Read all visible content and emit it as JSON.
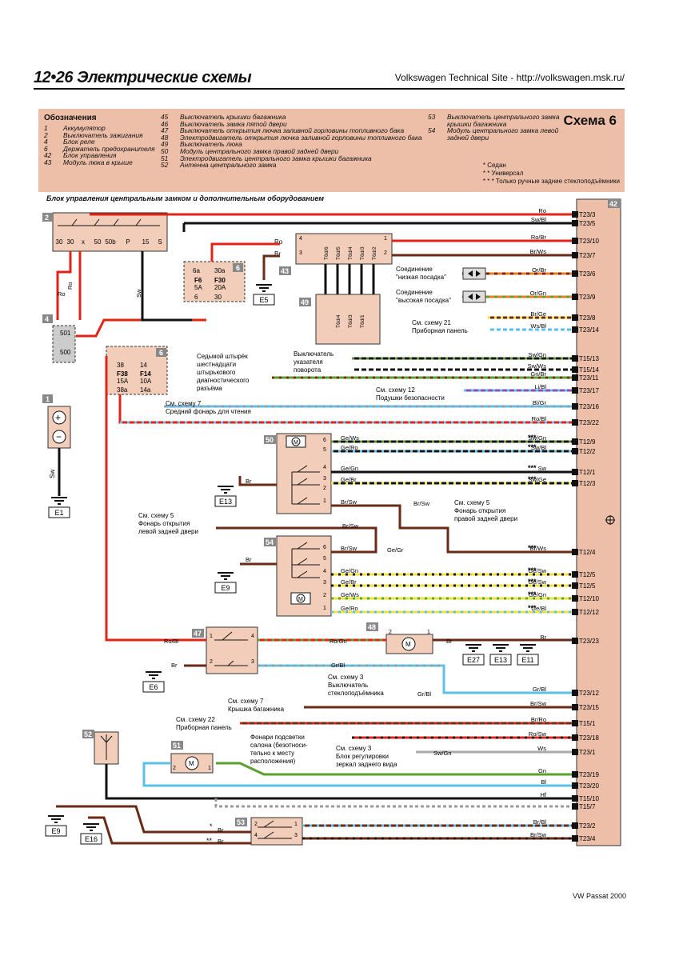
{
  "header": {
    "page": "12•26",
    "title": "Электрические схемы",
    "site": "Volkswagen Technical Site - http://volkswagen.msk.ru/"
  },
  "legend": {
    "title": "Обозначения",
    "scheme": "Схема 6",
    "col1": [
      [
        "1",
        "Аккумулятор"
      ],
      [
        "2",
        "Выключатель зажигания"
      ],
      [
        "4",
        "Блок реле"
      ],
      [
        "6",
        "Держатель предохранителя"
      ],
      [
        "42",
        "Блок управления"
      ],
      [
        "43",
        "Модуль люка в крыше"
      ]
    ],
    "col2": [
      [
        "45",
        "Выключатель крышки багажника"
      ],
      [
        "46",
        "Выключатель замка пятой двери"
      ],
      [
        "47",
        "Выключатель открытия лючка заливной горловины топливного бака"
      ],
      [
        "48",
        "Электродвигатель открытия лючка заливной горловины топливного бака"
      ],
      [
        "49",
        "Выключатель люка"
      ],
      [
        "50",
        "Модуль центрального замка правой задней двери"
      ],
      [
        "51",
        "Электродвигатель центрального замка крышки багажника"
      ],
      [
        "52",
        "Антенна центрального замка"
      ]
    ],
    "col3": [
      [
        "53",
        "Выключатель центрального замка"
      ],
      [
        "",
        "крышки багажника"
      ],
      [
        "54",
        "Модуль центрального замка левой"
      ],
      [
        "",
        "задней двери"
      ]
    ],
    "notes": [
      "* Седан",
      "* * Универсал",
      "* * * Только ручные задние стеклоподъёмники"
    ]
  },
  "subtitle": "Блок управления центральным замком и дополнительным оборудованием",
  "colors": {
    "legend_bg": "#edbfa9",
    "component_bg": "#f2cdb9",
    "connector_bg": "#e8b79d",
    "red": "#e02418",
    "brown": "#6b2a17",
    "blue": "#5cc0ea",
    "green": "#5aa02c",
    "yellow": "#f1e23a",
    "orange": "#ee7a22",
    "black": "#111111"
  },
  "diagram": {
    "ecu_id": "42",
    "pins": [
      {
        "pin": "T23/3",
        "wire": "Ro",
        "color": "red"
      },
      {
        "pin": "T23/5",
        "wire": "Sw/Bl",
        "color": "black"
      },
      {
        "pin": "T23/10",
        "wire": "Ro/Br",
        "color": "red"
      },
      {
        "pin": "T23/7",
        "wire": "Br/Ws",
        "color": "brown"
      },
      {
        "pin": "T23/6",
        "wire": "Or/Br",
        "color": "orange"
      },
      {
        "pin": "T23/9",
        "wire": "Or/Gn",
        "color": "orange"
      },
      {
        "pin": "T23/8",
        "wire": "Br/Ge",
        "color": "brown"
      },
      {
        "pin": "T23/14",
        "wire": "Ws/Bl",
        "color": "blue"
      },
      {
        "pin": "T15/13",
        "wire": "Sw/Gn",
        "color": "black"
      },
      {
        "pin": "T15/14",
        "wire": "Sw/Ws",
        "color": "black"
      },
      {
        "pin": "T23/11",
        "wire": "Gn/Br",
        "color": "green"
      },
      {
        "pin": "T23/17",
        "wire": "Li/Bl",
        "color": "purple"
      },
      {
        "pin": "T23/16",
        "wire": "Bl/Gr",
        "color": "blue"
      },
      {
        "pin": "T23/22",
        "wire": "Ro/Bl",
        "color": "red"
      },
      {
        "pin": "T12/9",
        "wire": "Sw/Gn",
        "color": "black"
      },
      {
        "pin": "T12/2",
        "wire": "Sw/Bl",
        "color": "black"
      },
      {
        "pin": "T12/1",
        "wire": "Sw",
        "color": "black"
      },
      {
        "pin": "T12/3",
        "wire": "Sw/Ge",
        "color": "black"
      },
      {
        "pin": "T12/4",
        "wire": "Br/Ws",
        "color": "brown"
      },
      {
        "pin": "T12/5",
        "wire": "Ge/Sw",
        "color": "yellow"
      },
      {
        "pin": "T12/5",
        "wire": "Ge/Sw",
        "color": "yellow"
      },
      {
        "pin": "T12/10",
        "wire": "Ge/Gn",
        "color": "yellow"
      },
      {
        "pin": "T12/12",
        "wire": "Ge/Bl",
        "color": "yellow"
      },
      {
        "pin": "T23/23",
        "wire": "Br",
        "color": "brown"
      },
      {
        "pin": "T23/12",
        "wire": "Gr/Bl",
        "color": "blue"
      },
      {
        "pin": "T23/15",
        "wire": "Br/Sw",
        "color": "brown"
      },
      {
        "pin": "T15/1",
        "wire": "Br/Ro",
        "color": "brown"
      },
      {
        "pin": "T23/18",
        "wire": "Ro/Sw",
        "color": "red"
      },
      {
        "pin": "T23/1",
        "wire": "Ws",
        "color": "grey"
      },
      {
        "pin": "T23/19",
        "wire": "Gn",
        "color": "green"
      },
      {
        "pin": "T23/20",
        "wire": "Bl",
        "color": "blue"
      },
      {
        "pin": "T15/10",
        "wire": "Hf",
        "color": "black"
      },
      {
        "pin": "T15/7",
        "wire": "",
        "color": "none"
      },
      {
        "pin": "T23/2",
        "wire": "Br/Bl",
        "color": "brown"
      },
      {
        "pin": "T23/4",
        "wire": "Br/Sw",
        "color": "brown"
      }
    ],
    "stars": [
      "***",
      "***",
      "***",
      "***",
      "***",
      "***",
      "***",
      "***",
      "***"
    ],
    "ignition": {
      "id": "2",
      "terminals": [
        "30",
        "30",
        "x",
        "50",
        "50b",
        "P",
        "15",
        "S"
      ],
      "wire_left": "Ro",
      "wire_left2": "Ro",
      "wire_sw": "Sw"
    },
    "relay": {
      "id": "4",
      "pins": [
        "501",
        "500"
      ]
    },
    "battery": {
      "id": "1",
      "wire": "Sw",
      "ground": "E1"
    },
    "fuse1": {
      "id": "6",
      "f1": "F6",
      "a1": "5A",
      "f2": "F30",
      "a2": "20A",
      "t": [
        "6a",
        "30a",
        "6",
        "30"
      ]
    },
    "fuse2": {
      "id": "6",
      "f1": "F38",
      "a1": "15A",
      "f2": "F14",
      "a2": "10A",
      "t": [
        "38",
        "14",
        "38a",
        "14a"
      ]
    },
    "sunroof": {
      "id": "43",
      "pins": [
        "4",
        "3",
        "1",
        "2"
      ],
      "wires_top": [
        "Ro",
        "Br"
      ],
      "wires_right": [
        "Ro/Br",
        "Br/Ws"
      ],
      "ground": "E5"
    },
    "sunroof_switch": {
      "id": "49",
      "pins": [
        "T6d/6",
        "T6d/5",
        "T6d/4",
        "T6d/3",
        "T6d/2"
      ],
      "inner": [
        "T6d/4",
        "T6d/3",
        "T6d/1"
      ]
    },
    "labels": {
      "low": [
        "Соединение",
        "\"низкая посадка\""
      ],
      "high": [
        "Соединение",
        "\"высокая посадка\""
      ],
      "scheme21": [
        "См. схему 21",
        "Приборная панель"
      ],
      "turn": [
        "Выключатель",
        "указателя",
        "поворота"
      ],
      "diag": [
        "Седьмой штырёк",
        "шестнадцати",
        "штырькового",
        "диагностического",
        "разъёма"
      ],
      "scheme12": [
        "См. схему 12",
        "Подушки безопасности"
      ],
      "scheme7a": [
        "См. схему 7",
        "Средний фонарь для чтения"
      ],
      "scheme5r": [
        "См. схему 5",
        "Фонарь открытия",
        "правой задней двери"
      ],
      "scheme5l": [
        "См. схему 5",
        "Фонарь открытия",
        "левой задней двери"
      ],
      "scheme3a": [
        "См. схему 3",
        "Выключатель",
        "стеклоподъёмника"
      ],
      "scheme7b": [
        "См. схему 7",
        "Крышка багажника"
      ],
      "scheme22": [
        "См. схему 22",
        "Приборная панель"
      ],
      "lights": [
        "Фонари подсветки",
        "салона (безотноси-",
        "тельно к месту",
        "расположения)"
      ],
      "scheme3b": [
        "См. схему 3",
        "Блок регулировки",
        "зеркал заднего вида"
      ]
    },
    "mod50": {
      "id": "50",
      "pins": [
        "6",
        "5",
        "4",
        "3",
        "2",
        "1"
      ],
      "wires": [
        "Ge/Ws",
        "Ge/Ro",
        "Ge/Gn",
        "Ge/Br",
        "Br/Sw"
      ],
      "ground": "E13",
      "br": "Br"
    },
    "mod54": {
      "id": "54",
      "pins": [
        "6",
        "5",
        "4",
        "3",
        "2",
        "1"
      ],
      "wires": [
        "Br/Sw",
        "Ge/Gn",
        "Ge/Br",
        "Ge/Ws",
        "Ge/Ro"
      ],
      "ground": "E9",
      "br": "Br"
    },
    "mid": {
      "brsw": "Br/Sw",
      "gegr": "Ge/Gr",
      "brsw2": "Br/Sw"
    },
    "sw47": {
      "id": "47",
      "pins": [
        "1",
        "4",
        "2",
        "3"
      ],
      "wires": [
        "Ro/Bl",
        "Br",
        "Gr/Bl"
      ],
      "ground": "E6"
    },
    "motor48": {
      "id": "48",
      "pins": [
        "2",
        "1"
      ],
      "wires": [
        "Ro/Gn",
        "Br"
      ],
      "grounds": [
        "E27",
        "E13",
        "E11"
      ]
    },
    "ant52": {
      "id": "52"
    },
    "motor51": {
      "id": "51",
      "pins": [
        "2",
        "1"
      ]
    },
    "sw53": {
      "id": "53",
      "pins": [
        "2",
        "1",
        "4",
        "3"
      ],
      "stars": [
        "*",
        "**"
      ],
      "wires": [
        "Br",
        "Br"
      ],
      "grounds": [
        "E9",
        "E16"
      ]
    },
    "swgn": "Sw/Gn",
    "grbl": "Gr/Bl"
  },
  "footer": "VW Passat 2000"
}
